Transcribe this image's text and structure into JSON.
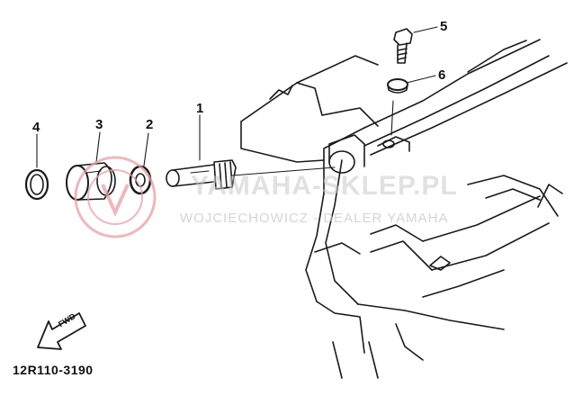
{
  "diagram": {
    "part_code": "12R110-3190",
    "callouts": [
      "1",
      "2",
      "3",
      "4",
      "5",
      "6"
    ],
    "forward_arrow_label": "FWD"
  },
  "watermark": {
    "brand": "YAMAHA-SKLEP.PL",
    "subtitle": "WOJCIECHOWICZ - DEALER YAMAHA",
    "seal_color": "#e8a0a6"
  }
}
